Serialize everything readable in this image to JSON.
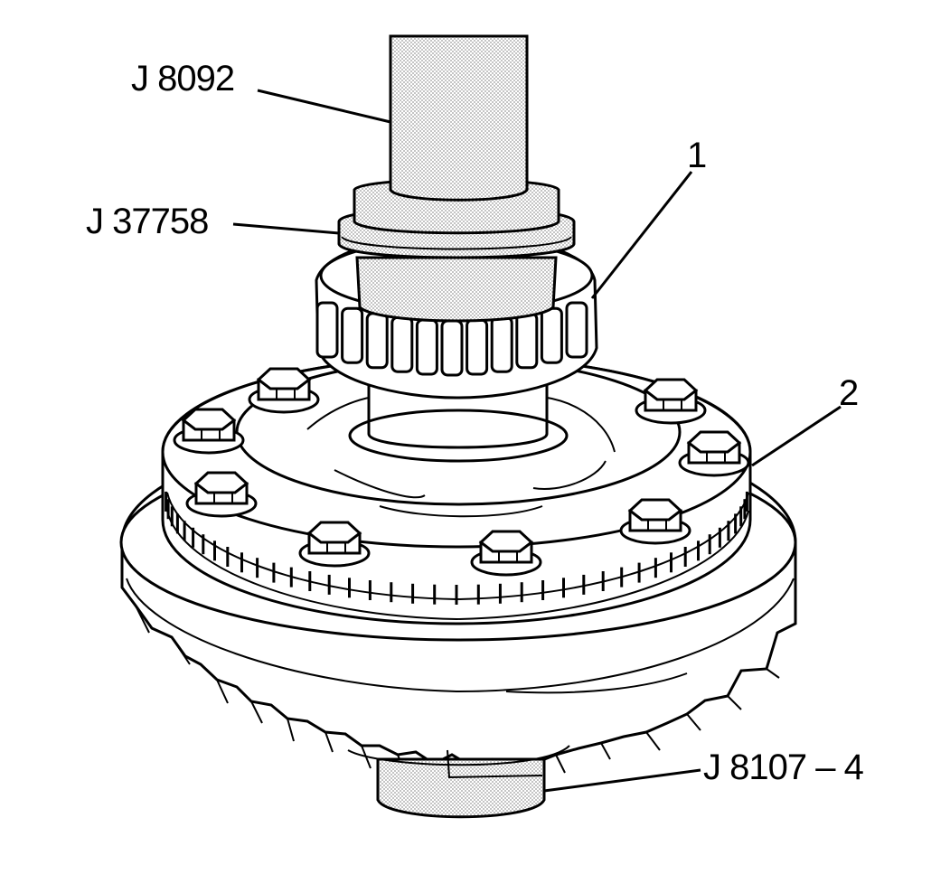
{
  "callouts": {
    "j8092": "J 8092",
    "j37758": "J 37758",
    "part1": "1",
    "part2": "2",
    "j8107": "J 8107 – 4"
  },
  "colors": {
    "line": "#000000",
    "background": "#ffffff",
    "stipple": "#9a9a9a"
  }
}
